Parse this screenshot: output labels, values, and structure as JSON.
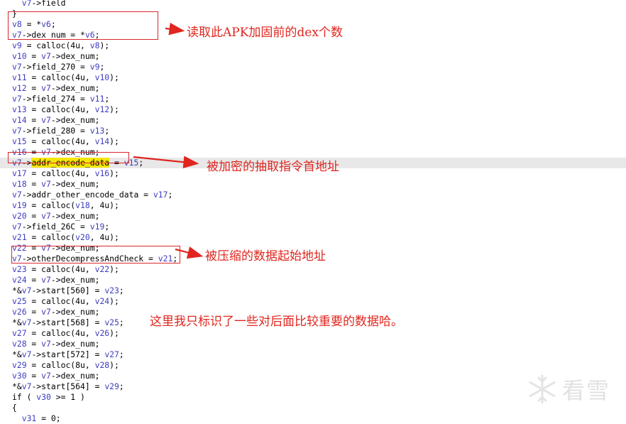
{
  "code_lines": [
    {
      "t": "  v7->field",
      "var": false
    },
    {
      "t": "}",
      "var": false
    },
    {
      "t": "v8 = *v6;"
    },
    {
      "t": "v7->dex_num = *v6;"
    },
    {
      "t": "v9 = calloc(4u, v8);"
    },
    {
      "t": "v10 = v7->dex_num;"
    },
    {
      "t": "v7->field_270 = v9;"
    },
    {
      "t": "v11 = calloc(4u, v10);"
    },
    {
      "t": "v12 = v7->dex_num;"
    },
    {
      "t": "v7->field_274 = v11;"
    },
    {
      "t": "v13 = calloc(4u, v12);"
    },
    {
      "t": "v14 = v7->dex_num;"
    },
    {
      "t": "v7->field_280 = v13;"
    },
    {
      "t": "v15 = calloc(4u, v14);"
    },
    {
      "t": "v16 = v7->dex_num;"
    },
    {
      "t": "v7->addr_encode_data = v15;"
    },
    {
      "t": "v17 = calloc(4u, v16);"
    },
    {
      "t": "v18 = v7->dex_num;"
    },
    {
      "t": "v7->addr_other_encode_data = v17;"
    },
    {
      "t": "v19 = calloc(v18, 4u);"
    },
    {
      "t": "v20 = v7->dex_num;"
    },
    {
      "t": "v7->field_26C = v19;"
    },
    {
      "t": "v21 = calloc(v20, 4u);"
    },
    {
      "t": "v22 = v7->dex_num;"
    },
    {
      "t": "v7->otherDecompressAndCheck = v21;"
    },
    {
      "t": "v23 = calloc(4u, v22);"
    },
    {
      "t": "v24 = v7->dex_num;"
    },
    {
      "t": "*&v7->start[560] = v23;"
    },
    {
      "t": "v25 = calloc(4u, v24);"
    },
    {
      "t": "v26 = v7->dex_num;"
    },
    {
      "t": "*&v7->start[568] = v25;"
    },
    {
      "t": "v27 = calloc(4u, v26);"
    },
    {
      "t": "v28 = v7->dex_num;"
    },
    {
      "t": "*&v7->start[572] = v27;"
    },
    {
      "t": "v29 = calloc(8u, v28);"
    },
    {
      "t": "v30 = v7->dex_num;"
    },
    {
      "t": "*&v7->start[564] = v29;"
    },
    {
      "t": "if ( v30 >= 1 )"
    },
    {
      "t": "{"
    },
    {
      "t": "  v31 = 0;"
    }
  ],
  "highlighted_line_index": 15,
  "annotations": {
    "dex_count": "读取此APK加固前的dex个数",
    "encode_addr": "被加密的抽取指令首地址",
    "compress_addr": "被压缩的数据起始地址",
    "note": "这里我只标识了一些对后面比较重要的数据哈。"
  },
  "watermark": {
    "text": "看雪",
    "icon": "snowflake-icon"
  },
  "colors": {
    "annotation": "#e0261f",
    "variable": "#3d3dbf",
    "highlight": "#f5e60a",
    "line_highlight": "#e8e8e8"
  }
}
